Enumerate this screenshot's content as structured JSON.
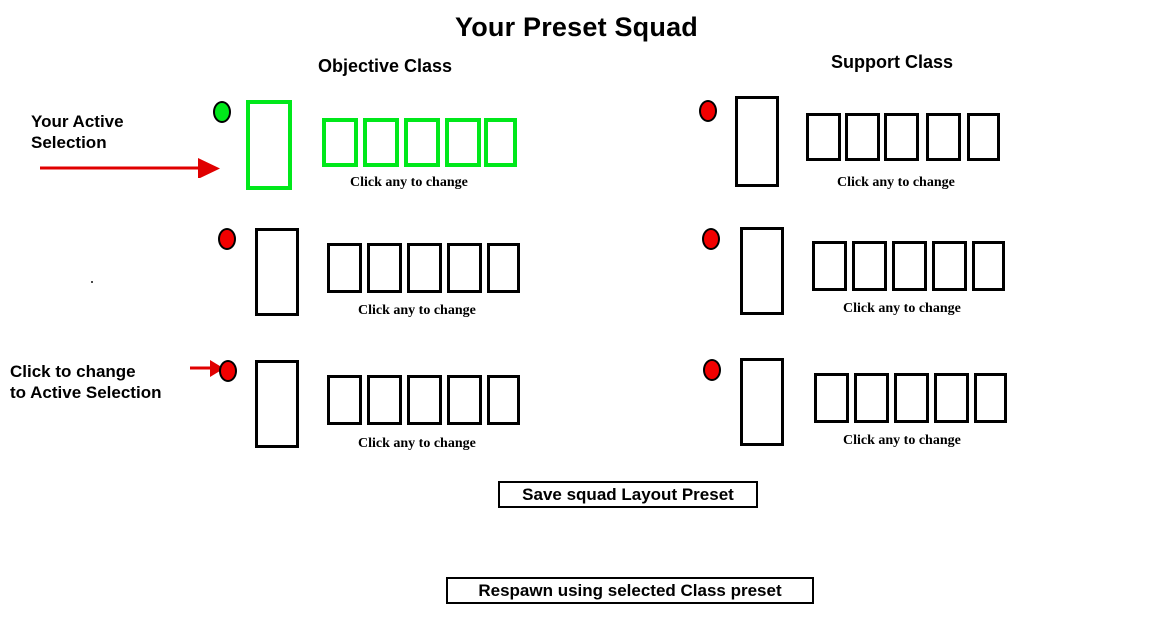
{
  "page": {
    "title": "Your Preset Squad"
  },
  "columns": [
    {
      "key": "objective",
      "heading": "Objective Class"
    },
    {
      "key": "support",
      "heading": "Support Class"
    }
  ],
  "annotations": [
    {
      "name": "active-selection-note",
      "text": "Your Active\nSelection",
      "arrow": "long-right-arrow"
    },
    {
      "name": "change-selection-note",
      "text": "Click to change\nto Active Selection",
      "arrow": "short-right-arrow"
    }
  ],
  "hint_label": "Click any to change",
  "colors": {
    "active_green": "#00e81a",
    "inactive_red": "#f20000",
    "arrow_red": "#e00000",
    "outline_black": "#000000",
    "background": "#ffffff"
  },
  "presets": {
    "objective": [
      {
        "row": 1,
        "state": "active",
        "indicator": "green-dot",
        "primary_slot": "",
        "mini_slots": [
          "",
          "",
          "",
          "",
          ""
        ],
        "hint": "Click any to change"
      },
      {
        "row": 2,
        "state": "inactive",
        "indicator": "red-dot",
        "primary_slot": "",
        "mini_slots": [
          "",
          "",
          "",
          "",
          ""
        ],
        "hint": "Click any to change"
      },
      {
        "row": 3,
        "state": "inactive",
        "indicator": "red-dot",
        "primary_slot": "",
        "mini_slots": [
          "",
          "",
          "",
          "",
          ""
        ],
        "hint": "Click any to change"
      }
    ],
    "support": [
      {
        "row": 1,
        "state": "inactive",
        "indicator": "red-dot",
        "primary_slot": "",
        "mini_slots": [
          "",
          "",
          "",
          "",
          ""
        ],
        "hint": "Click any to change"
      },
      {
        "row": 2,
        "state": "inactive",
        "indicator": "red-dot",
        "primary_slot": "",
        "mini_slots": [
          "",
          "",
          "",
          "",
          ""
        ],
        "hint": "Click any to change"
      },
      {
        "row": 3,
        "state": "inactive",
        "indicator": "red-dot",
        "primary_slot": "",
        "mini_slots": [
          "",
          "",
          "",
          "",
          ""
        ],
        "hint": "Click any to change"
      }
    ]
  },
  "buttons": {
    "save": "Save squad Layout Preset",
    "respawn": "Respawn using selected Class preset"
  }
}
